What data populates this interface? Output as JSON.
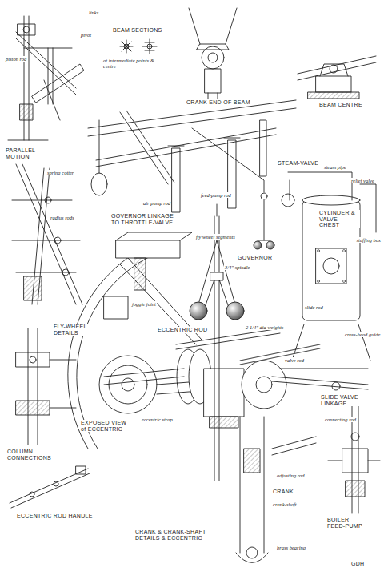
{
  "diagram": {
    "labels": [
      "PARALLEL MOTION",
      "BEAM SECTIONS",
      "at intermediate points & centre",
      "CRANK END OF BEAM",
      "BEAM CENTRE",
      "GOVERNOR LINKAGE TO THROTTLE-VALVE",
      "STEAM-VALVE",
      "CYLINDER & VALVE CHEST",
      "GOVERNOR",
      "FLY-WHEEL DETAILS",
      "ECCENTRIC ROD",
      "SLIDE VALVE LINKAGE",
      "COLUMN CONNECTIONS",
      "EXPOSED VIEW of ECCENTRIC",
      "ECCENTRIC ROD HANDLE",
      "CRANK & CRANK-SHAFT DETAILS & ECCENTRIC",
      "CRANK",
      "BOILER FEED-PUMP",
      "GDH",
      "fly wheel segments",
      "joggle joint",
      "air pump rod",
      "feed-pump rod",
      "3/4\" spindle",
      "2 1/4\" dia weights",
      "steam pipe",
      "relief valve",
      "stuffing box",
      "cross-head guide",
      "slide rod",
      "valve rod",
      "eccentric strap",
      "connecting rod",
      "crank-shaft",
      "adjusting rod",
      "brass bearing",
      "links",
      "piston rod",
      "spring cotter",
      "radius rods",
      "pivot"
    ]
  }
}
